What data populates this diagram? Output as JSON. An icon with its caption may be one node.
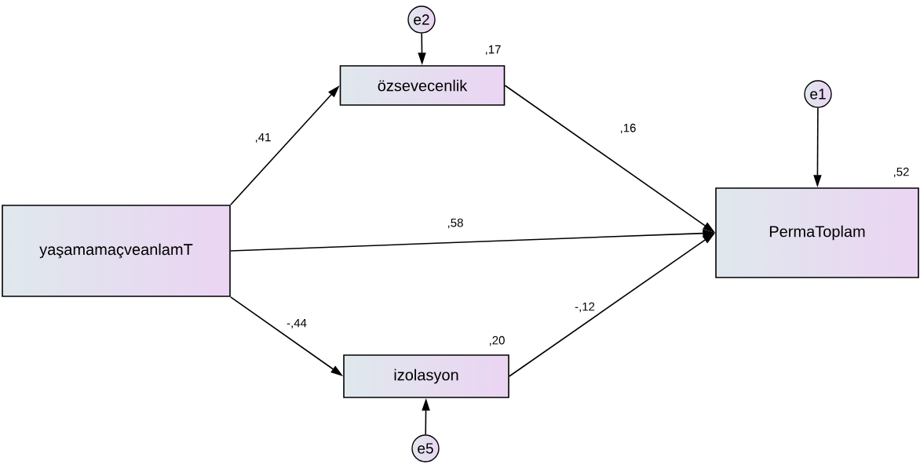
{
  "diagram": {
    "nodes": [
      {
        "text": [
          "yaşamamaçveanlamT"
        ]
      },
      {
        "text": [
          "özsevecenlik"
        ],
        "beside": [
          ",17"
        ]
      },
      {
        "text": [
          "izolasyon"
        ],
        "beside": [
          ",20"
        ]
      },
      {
        "text": [
          "PermaToplam"
        ],
        "beside": [
          ",52"
        ]
      },
      {
        "text": [
          "e2"
        ]
      },
      {
        "text": [
          "e1"
        ]
      },
      {
        "text": [
          "e5"
        ]
      }
    ],
    "edges": [
      {
        "from": 0,
        "to": 1,
        "arrow": "to",
        "label": ",41"
      },
      {
        "from": 0,
        "to": 3,
        "arrow": "to",
        "label": ",58"
      },
      {
        "from": 0,
        "to": 2,
        "arrow": "to",
        "label": "-,44"
      },
      {
        "from": 1,
        "to": 3,
        "arrow": "to",
        "label": ",16"
      },
      {
        "from": 2,
        "to": 3,
        "arrow": "to",
        "label": "-,12"
      },
      {
        "from": 4,
        "to": 1,
        "arrow": "to"
      },
      {
        "from": 5,
        "to": 3,
        "arrow": "to"
      },
      {
        "from": 6,
        "to": 2,
        "arrow": "to"
      }
    ]
  }
}
